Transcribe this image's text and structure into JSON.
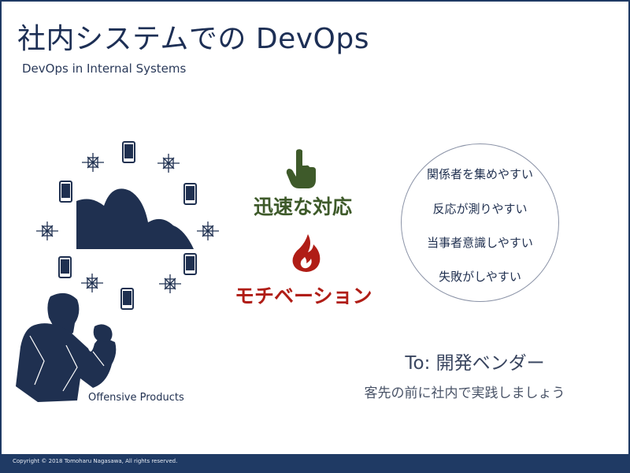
{
  "slide": {
    "title": "社内システムでの DevOps",
    "subtitle": "DevOps in Internal Systems",
    "illustration_label": "Offensive Products",
    "keywords": [
      {
        "label": "迅速な対応",
        "color": "#3e5a2a",
        "icon": "pointing-hand-icon"
      },
      {
        "label": "モチベーション",
        "color": "#b01d16",
        "icon": "flame-icon"
      }
    ],
    "circle_items": [
      "関係者を集めやすい",
      "反応が測りやすい",
      "当事者意識しやすい",
      "失敗がしやすい"
    ],
    "audience_line": "To: 開発ベンダー",
    "audience_desc": "客先の前に社内で実践しましょう",
    "footer": "Copyright © 2018 Tomoharu Nagasawa, All rights reserved."
  },
  "colors": {
    "navy": "#1f3a64",
    "speed_green": "#3e5a2a",
    "motivation_red": "#b01d16"
  }
}
